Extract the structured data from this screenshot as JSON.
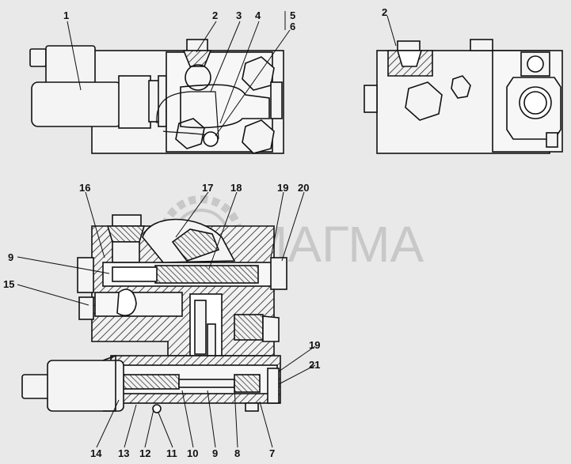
{
  "watermark": "МАГМА",
  "callouts": {
    "c1": "1",
    "c2": "2",
    "c3": "3",
    "c4": "4",
    "c5": "5",
    "c6": "6",
    "c2b": "2",
    "c16": "16",
    "c17": "17",
    "c18": "18",
    "c19": "19",
    "c20": "20",
    "c9": "9",
    "c15": "15",
    "c19b": "19",
    "c21": "21",
    "c14": "14",
    "c13": "13",
    "c12": "12",
    "c11": "11",
    "c10": "10",
    "c9b": "9",
    "c8": "8",
    "c7": "7"
  }
}
